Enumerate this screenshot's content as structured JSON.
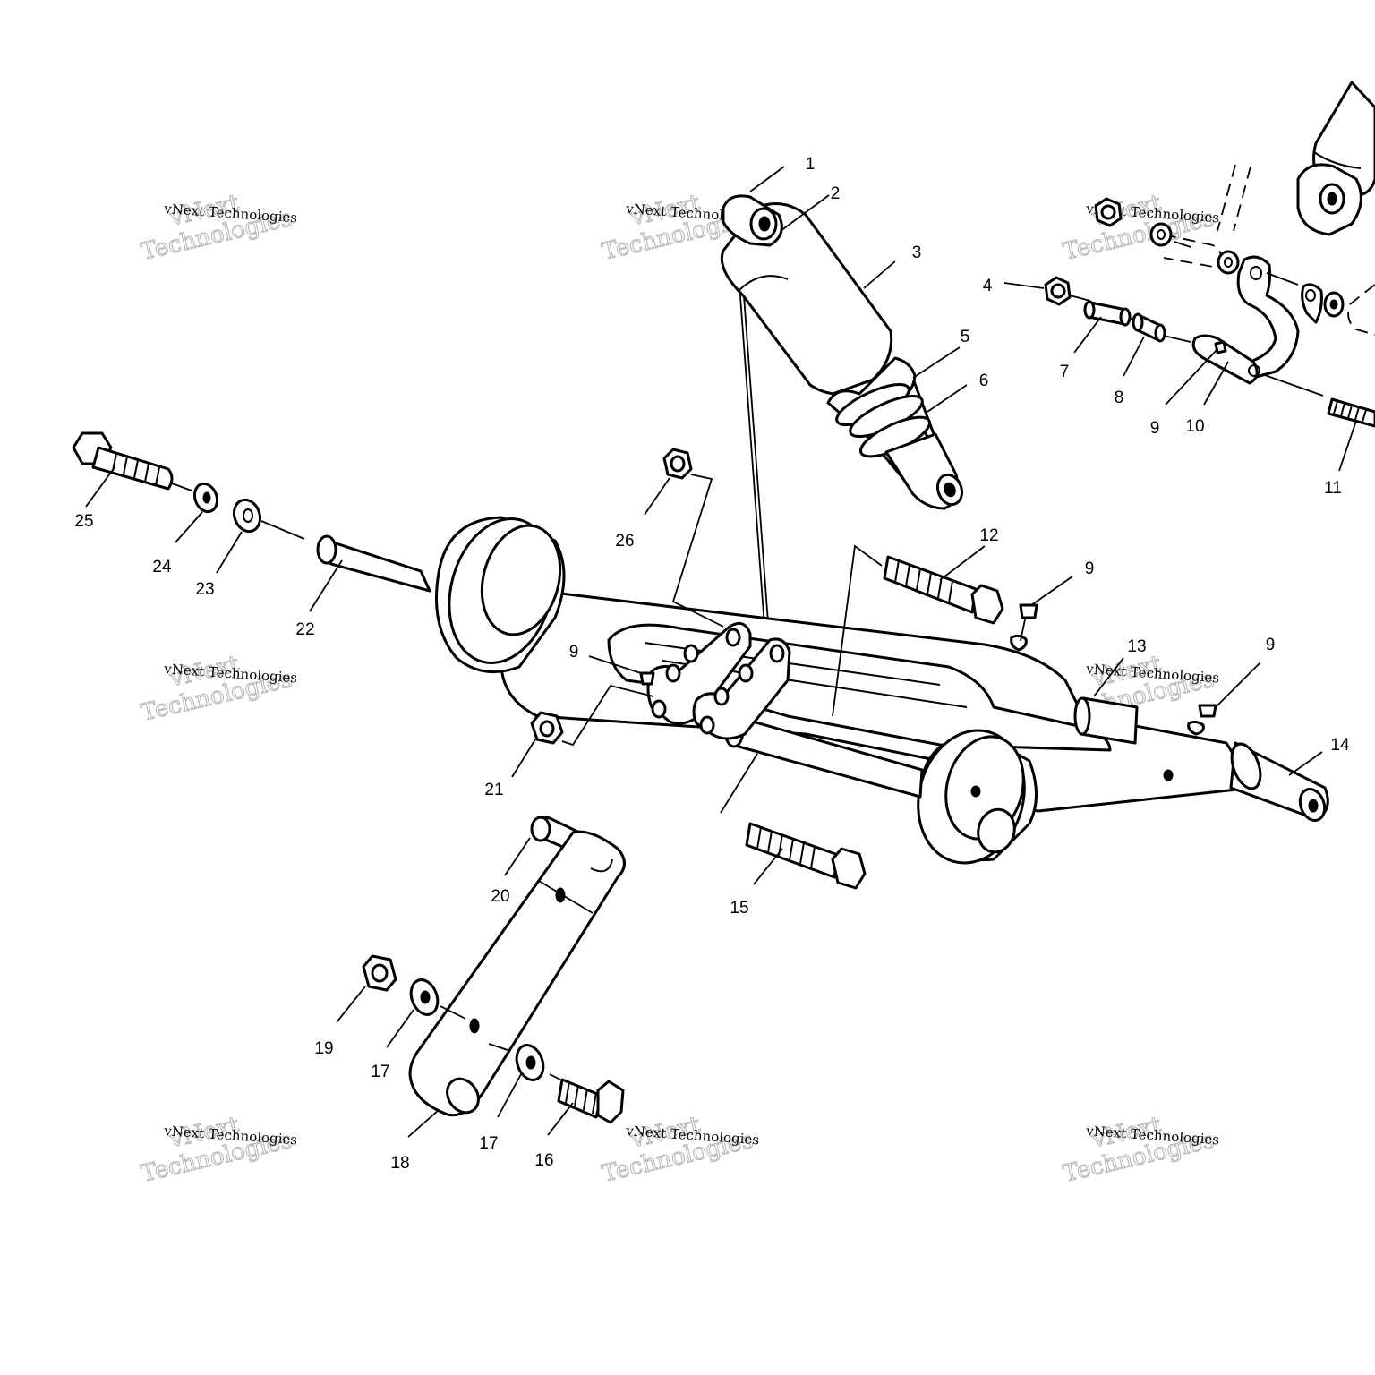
{
  "watermark": {
    "line1": "vNext",
    "line2": "Technologies",
    "small": "vNext Technologies"
  },
  "callouts": {
    "c1": "1",
    "c2": "2",
    "c3": "3",
    "c4": "4",
    "c5": "5",
    "c6": "6",
    "c7": "7",
    "c8": "8",
    "c9a": "9",
    "c9b": "9",
    "c9c": "9",
    "c9d": "9",
    "c10": "10",
    "c11": "11",
    "c12": "12",
    "c13": "13",
    "c14": "14",
    "c15": "15",
    "c16": "16",
    "c17a": "17",
    "c17b": "17",
    "c18": "18",
    "c19": "19",
    "c20": "20",
    "c21": "21",
    "c22": "22",
    "c23": "23",
    "c24": "24",
    "c25": "25",
    "c26": "26"
  }
}
